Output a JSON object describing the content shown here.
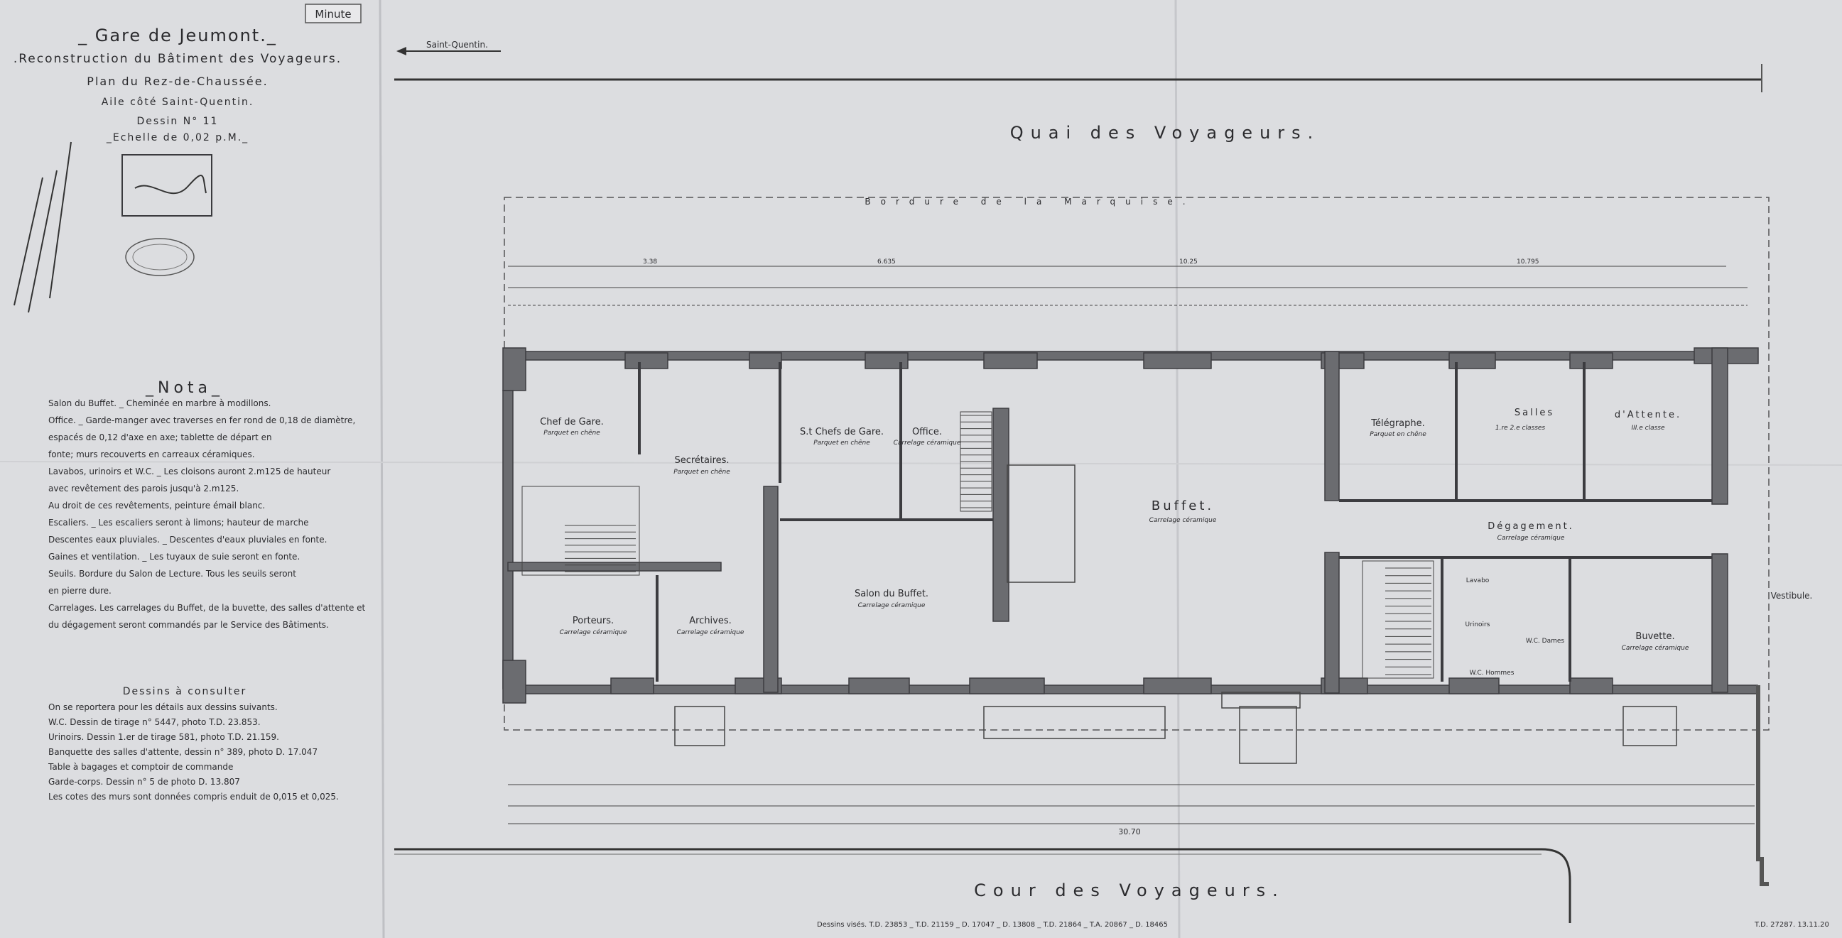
{
  "stamp": "Minute",
  "title_block": {
    "line1": "_ Gare de Jeumont._",
    "line2": ".Reconstruction du Bâtiment des Voyageurs.",
    "line3": "Plan du Rez-de-Chaussée.",
    "line4": "Aile côté Saint-Quentin.",
    "line5": "Dessin N° 11",
    "line6": "_Echelle de 0,02 p.M._"
  },
  "direction_label": "Saint-Quentin.",
  "quai": "Quai des Voyageurs.",
  "cour": "Cour des Voyageurs.",
  "marquise": "Bordure de la Marquise.",
  "vestibule": "Vestibule.",
  "rooms": {
    "chef_gare": "Chef de Gare.",
    "chef_gare_sub": "Parquet en chêne",
    "secretaires": "Secrétaires.",
    "secretaires_sub": "Parquet en chêne",
    "sous_chefs": "S.t Chefs de Gare.",
    "sous_chefs_sub": "Parquet en chêne",
    "office": "Office.",
    "office_sub": "Carrelage céramique",
    "buffet": "Buffet.",
    "buffet_sub": "Carrelage céramique",
    "telegraphe": "Télégraphe.",
    "telegraphe_sub": "Parquet en chêne",
    "salles": "Salles",
    "salles_sub1": "1.re 2.e classes",
    "attente": "d'Attente.",
    "attente_sub": "III.e classe",
    "degagement": "Dégagement.",
    "degagement_sub": "Carrelage céramique",
    "porteurs": "Porteurs.",
    "porteurs_sub": "Carrelage céramique",
    "archives": "Archives.",
    "archives_sub": "Carrelage céramique",
    "salon_buffet": "Salon du Buffet.",
    "salon_buffet_sub": "Carrelage céramique",
    "buvette": "Buvette.",
    "buvette_sub": "Carrelage céramique",
    "lavabo": "Lavabo",
    "urinoirs": "Urinoirs",
    "wc_dames": "W.C. Dames",
    "wc_hommes": "W.C. Hommes"
  },
  "dimensions_top": [
    "3.38",
    "6.635",
    "10.25",
    "10.795"
  ],
  "dimensions_bottom": [
    "30.70"
  ],
  "nota": {
    "title": "_Nota_",
    "lines": [
      "Salon du Buffet. _ Cheminée en marbre à modillons.",
      "Office. _ Garde-manger avec traverses en fer rond de 0,18 de diamètre,",
      "espacés de 0,12 d'axe en axe; tablette de départ en",
      "fonte; murs recouverts en carreaux céramiques.",
      "Lavabos, urinoirs et W.C. _ Les cloisons auront 2.m125 de hauteur",
      "avec revêtement des parois jusqu'à 2.m125.",
      "Au droit de ces revêtements, peinture émail blanc.",
      "Escaliers. _ Les escaliers seront à limons; hauteur de marche",
      "Descentes eaux pluviales. _ Descentes d'eaux pluviales en fonte.",
      "Gaines et ventilation. _ Les tuyaux de suie seront en fonte.",
      "Seuils. Bordure du Salon de Lecture. Tous les seuils seront",
      "en pierre dure.",
      "Carrelages. Les carrelages du Buffet, de la buvette, des salles d'attente et",
      "du dégagement seront commandés par le Service des Bâtiments."
    ]
  },
  "dessins": {
    "title": "Dessins à consulter",
    "lines": [
      "On se reportera pour les détails aux dessins suivants.",
      "W.C. Dessin de tirage n° 5447, photo T.D. 23.853.",
      "Urinoirs. Dessin 1.er de tirage 581, photo T.D. 21.159.",
      "Banquette des salles d'attente, dessin n° 389, photo D. 17.047",
      "Table à bagages et comptoir de commande",
      "Garde-corps. Dessin n° 5 de photo D. 13.807",
      "Les cotes des murs sont données compris enduit de 0,015 et 0,025."
    ]
  },
  "footer_left": "Dessins visés. T.D. 23853 _ T.D. 21159 _ D. 17047 _ D. 13808 _ T.D. 21864 _ T.A. 20867 _ D. 18465",
  "footer_right": "T.D. 27287. 13.11.20"
}
